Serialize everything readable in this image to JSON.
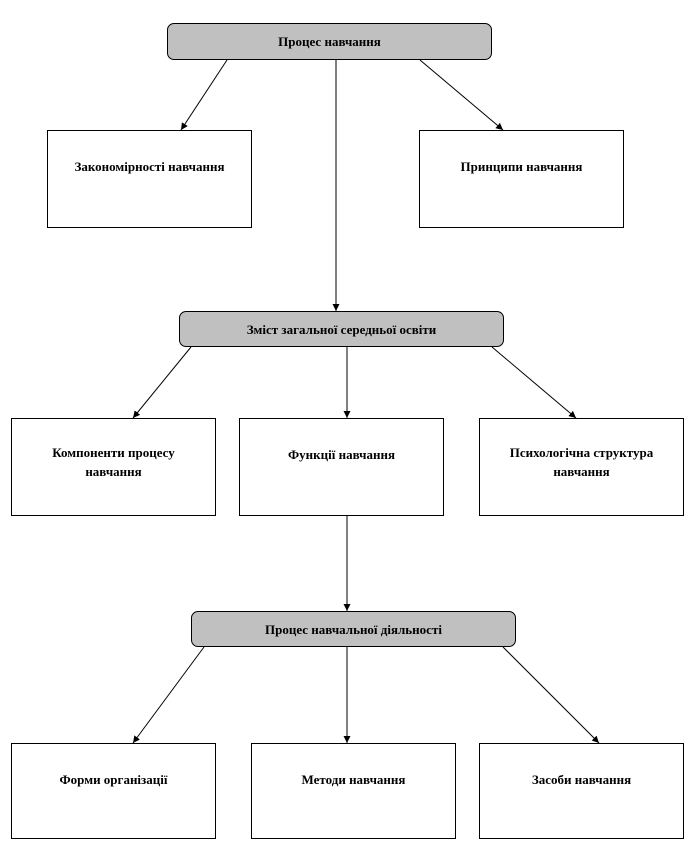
{
  "colors": {
    "header_fill": "#c0c0c0",
    "box_fill": "#ffffff",
    "line": "#000000"
  },
  "nodes": {
    "learning_process": "Процес навчання",
    "regularities": "Закономірності навчання",
    "principles": "Принципи навчання",
    "content": "Зміст загальної середньої освіти",
    "components": "Компоненти процесу навчання",
    "functions": "Функції навчання",
    "psych_structure": "Психологічна структура навчання",
    "activity_process": "Процес навчальної діяльності",
    "forms": "Форми організації",
    "methods": "Методи навчання",
    "means": "Засоби навчання"
  }
}
